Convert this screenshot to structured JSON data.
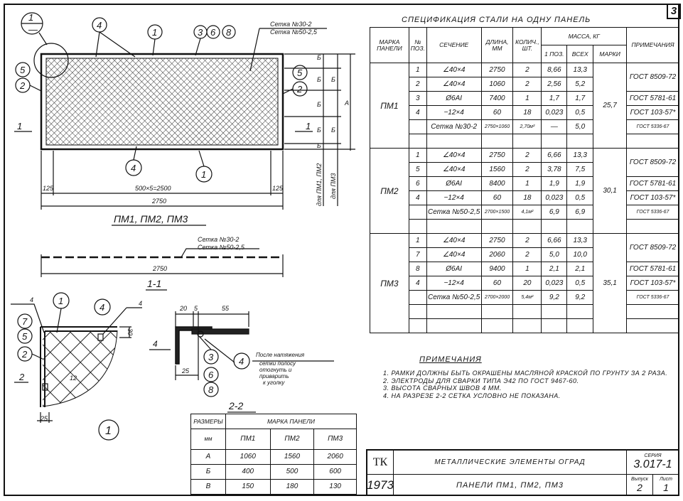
{
  "sheet_number": "3",
  "spec": {
    "title": "Спецификация стали на одну панель",
    "headers": {
      "mark": "Марка панели",
      "pos": "№ поз.",
      "section": "Сечение",
      "length": "Длина, мм",
      "qty": "Колич., шт.",
      "mass": "Масса, кг",
      "mass_pos": "1 поз.",
      "mass_all": "всех",
      "mass_mark": "марки",
      "notes": "Примечания"
    },
    "groups": [
      {
        "mark": "ПМ1",
        "total": "25,7",
        "empty_rows": 1,
        "rows": [
          [
            "1",
            "∠40×4",
            "2750",
            "2",
            "8,66",
            "13,3"
          ],
          [
            "2",
            "∠40×4",
            "1060",
            "2",
            "2,56",
            "5,2"
          ],
          [
            "3",
            "Ø6AI",
            "7400",
            "1",
            "1,7",
            "1,7"
          ],
          [
            "4",
            "−12×4",
            "60",
            "18",
            "0,023",
            "0,5"
          ],
          [
            "",
            "Сетка №30-2",
            "2750×1060",
            "2,70м²",
            "—",
            "5,0"
          ]
        ],
        "notes": [
          "ГОСТ 8509-72",
          "ГОСТ 5781-61",
          "ГОСТ 103-57*",
          "ГОСТ 5336-67"
        ]
      },
      {
        "mark": "ПМ2",
        "total": "30,1",
        "empty_rows": 1,
        "rows": [
          [
            "1",
            "∠40×4",
            "2750",
            "2",
            "6,66",
            "13,3"
          ],
          [
            "5",
            "∠40×4",
            "1560",
            "2",
            "3,78",
            "7,5"
          ],
          [
            "6",
            "Ø6AI",
            "8400",
            "1",
            "1,9",
            "1,9"
          ],
          [
            "4",
            "−12×4",
            "60",
            "18",
            "0,023",
            "0,5"
          ],
          [
            "",
            "Сетка №50-2,5",
            "2700×1500",
            "4,1м²",
            "6,9",
            "6,9"
          ]
        ],
        "notes": [
          "ГОСТ 8509-72",
          "ГОСТ 5781-61",
          "ГОСТ 103-57*",
          "ГОСТ 5336-67"
        ]
      },
      {
        "mark": "ПМ3",
        "total": "35,1",
        "empty_rows": 2,
        "rows": [
          [
            "1",
            "∠40×4",
            "2750",
            "2",
            "6,66",
            "13,3"
          ],
          [
            "7",
            "∠40×4",
            "2060",
            "2",
            "5,0",
            "10,0"
          ],
          [
            "8",
            "Ø6AI",
            "9400",
            "1",
            "2,1",
            "2,1"
          ],
          [
            "4",
            "−12×4",
            "60",
            "20",
            "0,023",
            "0,5"
          ],
          [
            "",
            "Сетка №50-2,5",
            "2700×2000",
            "5,4м²",
            "9,2",
            "9,2"
          ]
        ],
        "notes": [
          "ГОСТ 8509-72",
          "ГОСТ 5781-61",
          "ГОСТ 103-57*",
          "ГОСТ 5336-67"
        ]
      }
    ]
  },
  "sizes": {
    "head_dim": "Размеры",
    "head_unit": "мм",
    "head_mark": "Марка панели",
    "cols": [
      "ПМ1",
      "ПМ2",
      "ПМ3"
    ],
    "rows": [
      [
        "А",
        "1060",
        "1560",
        "2060"
      ],
      [
        "Б",
        "400",
        "500",
        "600"
      ],
      [
        "В",
        "150",
        "180",
        "130"
      ]
    ]
  },
  "notes": {
    "title": "Примечания",
    "items": [
      "1. Рамки должны быть окрашены масляной краской по грунту за 2 раза.",
      "2. Электроды для сварки типа Э42 по ГОСТ 9467-60.",
      "3. Высота сварных швов 4 мм.",
      "4. На разрезе 2-2 сетка условно не показана."
    ]
  },
  "title_block": {
    "org": "ТК",
    "year": "1973",
    "subject": "Металлические элементы оград",
    "sheet_title": "Панели ПМ1, ПМ2, ПМ3",
    "series_label": "Серия",
    "series": "3.017-1",
    "issue_label": "Выпуск",
    "issue": "2",
    "sheet_label": "Лист",
    "sheet": "1"
  },
  "drawing": {
    "detail_ref_top": "1",
    "detail_ref_bottom": "—",
    "callouts_top": [
      "4",
      "1",
      "3",
      "6",
      "8"
    ],
    "callouts_left": [
      "5",
      "2"
    ],
    "callouts_right": [
      "5",
      "2"
    ],
    "callouts_bottom": [
      "4",
      "1"
    ],
    "mesh_labels": [
      "Сетка №30-2",
      "Сетка №50-2,5"
    ],
    "dim_edge": "125",
    "dim_mid": "500×5=2500",
    "dim_total": "2750",
    "dim_b": "Б",
    "dim_a": "А",
    "for_pm12": "для ПМ1, ПМ2",
    "for_pm3": "для ПМ3",
    "section_mark": "1",
    "caption": "ПМ1, ПМ2, ПМ3",
    "section11_title": "1-1",
    "detail": {
      "callouts": [
        "7",
        "5",
        "2",
        "1",
        "4"
      ],
      "weld": "4",
      "dim30": "30",
      "dim25": "25",
      "section_mark": "2",
      "weld_size": "12",
      "ref": "1"
    },
    "section22": {
      "title": "2-2",
      "dims": [
        "20",
        "5",
        "55",
        "25"
      ],
      "weld": "4",
      "callouts": [
        "3",
        "6",
        "8",
        "4"
      ],
      "note": [
        "После натяжения",
        "сетки полосу",
        "отогнуть и",
        "приварить",
        "к уголку"
      ]
    }
  }
}
